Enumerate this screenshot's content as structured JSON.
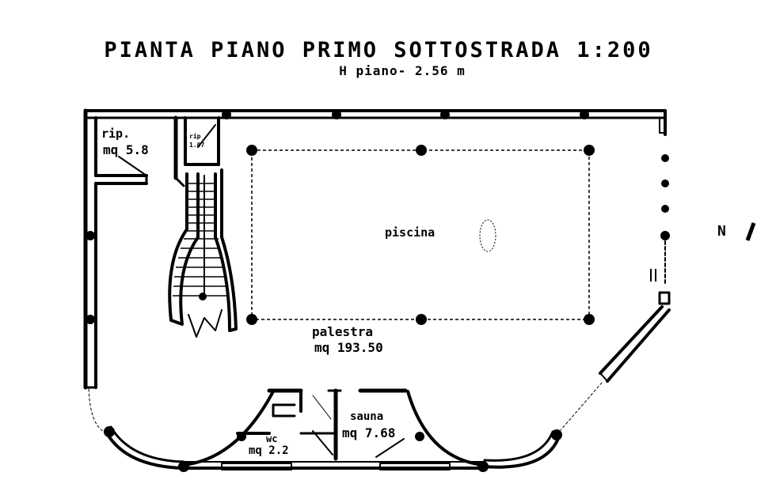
{
  "title": "PIANTA PIANO PRIMO SOTTOSTRADA 1:200",
  "subtitle": "H piano- 2.56 m",
  "rooms": {
    "storage_large": {
      "name": "rip.",
      "area": "mq 5.8"
    },
    "storage_small": {
      "name": "rip",
      "area": "1.07"
    },
    "pool": {
      "name": "piscina"
    },
    "gym": {
      "name": "palestra",
      "area": "mq 193.50"
    },
    "sauna": {
      "name": "sauna",
      "area": "mq 7.68"
    },
    "wc": {
      "name": "wc",
      "area": "mq 2.2"
    }
  },
  "north_label": "N"
}
